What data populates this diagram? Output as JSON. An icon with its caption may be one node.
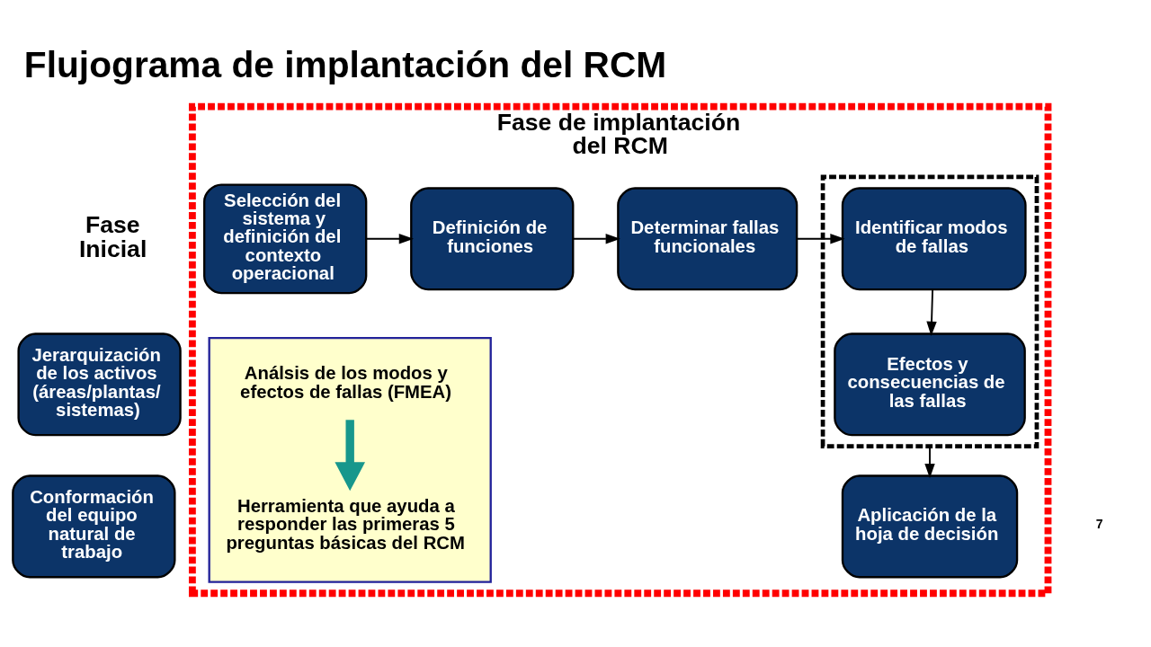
{
  "diagram": {
    "title": "Flujograma de implantación del RCM",
    "nodes": [
      {
        "text": [
          "Jerarquización de los activos (áreas/plantas/ sistemas)"
        ]
      },
      {
        "text": [
          "Conformación del equipo natural de trabajo"
        ]
      },
      {
        "text": [
          "Fase de implantación del RCM"
        ]
      },
      {
        "text": [
          "Selección del sistema y definición del contexto operacional"
        ],
        "in": 2
      },
      {
        "text": [
          "Definición de funciones"
        ],
        "in": 2
      },
      {
        "text": [
          "Determinar fallas funcionales"
        ],
        "in": 2
      },
      {
        "text": [],
        "shape": "box",
        "in": 2
      },
      {
        "text": [
          "Identificar modos de fallas"
        ],
        "in": 6
      },
      {
        "text": [
          "Efectos y consecuencias de las fallas"
        ],
        "in": 6
      },
      {
        "text": [],
        "shape": "box",
        "in": 2
      },
      {
        "text": [
          "Análsis de los modos y efectos de fallas (FMEA)"
        ],
        "in": 9
      },
      {
        "text": [
          "Herramienta que ayuda a responder las primeras 5 preguntas básicas del RCM"
        ],
        "in": 9
      },
      {
        "text": [
          "Aplicación de la hoja de decisión"
        ],
        "in": 2
      }
    ],
    "edges": [
      {
        "from": 3,
        "to": 4,
        "arrow": "to"
      },
      {
        "from": 4,
        "to": 5,
        "arrow": "to"
      },
      {
        "from": 5,
        "to": 7,
        "arrow": "to"
      },
      {
        "from": 7,
        "to": 8,
        "arrow": "to"
      },
      {
        "from": 6,
        "to": 12,
        "arrow": "to"
      },
      {
        "from": 10,
        "to": 11,
        "arrow": "to",
        "style": "thick",
        "color": "#17978c"
      }
    ],
    "labels": [
      "Fase Inicial",
      "7"
    ]
  }
}
